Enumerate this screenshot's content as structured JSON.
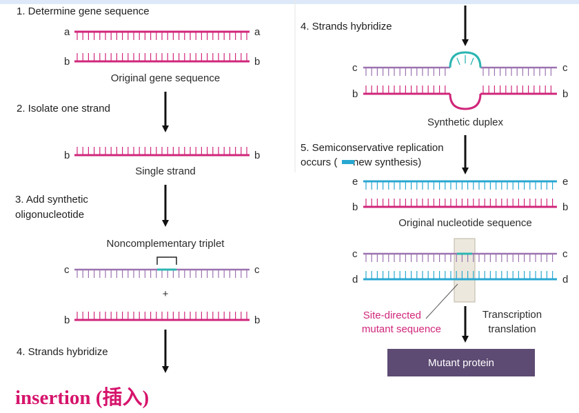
{
  "colors": {
    "strand_a": "#d0267a",
    "strand_b": "#d0267a",
    "strand_c": "#9b72b0",
    "strand_d": "#29a7d1",
    "strand_e": "#29a7d1",
    "synthetic_triplet": "#2bb5b1",
    "caption": "#d6146c",
    "protein_box": "#5d4b73",
    "protein_text": "#ffffff"
  },
  "left_column": {
    "step1": {
      "heading": "1. Determine gene sequence",
      "top_label": "a",
      "bottom_label": "b",
      "caption": "Original gene sequence"
    },
    "step2": {
      "heading": "2. Isolate one strand",
      "label": "b",
      "caption": "Single strand"
    },
    "step3": {
      "heading_line1": "3. Add synthetic",
      "heading_line2": "oligonucleotide",
      "triplet_label": "Noncomplementary triplet",
      "top_label": "c",
      "plus": "+",
      "bottom_label": "b"
    },
    "step4": {
      "heading": "4. Strands hybridize"
    }
  },
  "right_column": {
    "step4": {
      "heading": "4. Strands hybridize",
      "top_label": "c",
      "bottom_label": "b",
      "caption": "Synthetic duplex"
    },
    "step5": {
      "heading_line1": "5. Semiconservative replication",
      "heading_line2_prefix": "occurs (",
      "heading_line2_suffix": "new synthesis)",
      "top_label": "e",
      "bottom_label": "b",
      "caption": "Original nucleotide sequence",
      "lower_top_label": "c",
      "lower_bottom_label": "d"
    },
    "mutant_label_line1": "Site-directed",
    "mutant_label_line2": "mutant sequence",
    "process_line1": "Transcription",
    "process_line2": "translation",
    "protein": "Mutant protein"
  },
  "caption": "insertion (插入)"
}
